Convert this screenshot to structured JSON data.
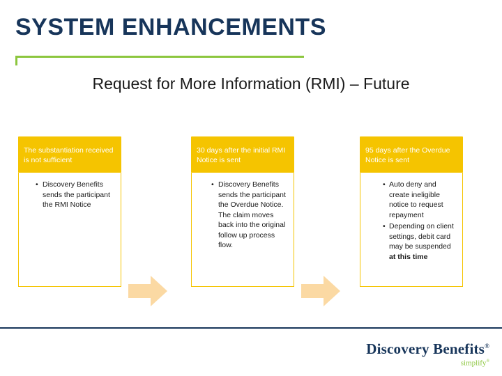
{
  "header": {
    "title": "SYSTEM ENHANCEMENTS",
    "accent_color": "#8cc63e",
    "title_color": "#17355a"
  },
  "page": {
    "subtitle": "Request for More Information (RMI) – Future"
  },
  "process": {
    "accent_color": "#f5c400",
    "arrow_color": "#fbd9a3",
    "steps": [
      {
        "heading": "The substantiation received is not sufficient",
        "bullets": [
          "Discovery Benefits sends the participant the RMI Notice"
        ]
      },
      {
        "heading": "30 days after the initial RMI Notice is sent",
        "bullets": [
          "Discovery Benefits sends the participant the Overdue Notice. The claim moves back into the original follow up process flow."
        ]
      },
      {
        "heading": "95 days after the Overdue Notice is sent",
        "bullets": [
          "Auto deny and create ineligible notice to request repayment",
          "Depending on client settings, debit card may be suspended at this time"
        ],
        "bullets_bold_tail": [
          "",
          "at this time"
        ]
      }
    ],
    "arrows": [
      "arrow-right-1",
      "arrow-right-2"
    ]
  },
  "footer": {
    "logo_main": "Discovery Benefits",
    "logo_main_mark": "®",
    "logo_sub": "simplify",
    "logo_sub_mark": "®",
    "rule_color": "#17355a"
  }
}
